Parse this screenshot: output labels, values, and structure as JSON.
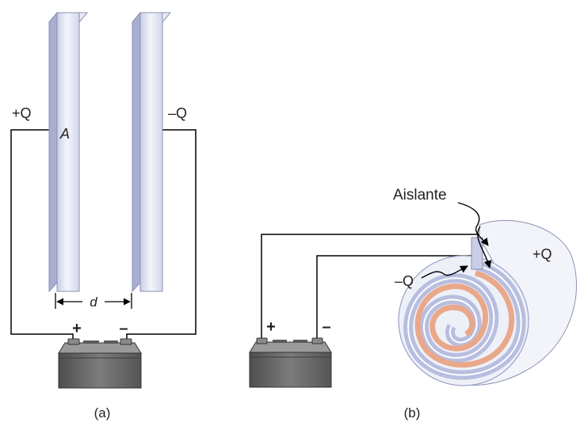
{
  "panel_a": {
    "caption": "(a)",
    "plus_charge": "+Q",
    "minus_charge": "–Q",
    "area_label": "A",
    "distance_label": "d",
    "battery_plus": "+",
    "battery_minus": "–"
  },
  "panel_b": {
    "caption": "(b)",
    "insulator_label": "Aislante",
    "plus_charge": "+Q",
    "minus_charge": "–Q",
    "battery_plus": "+",
    "battery_minus": "–"
  },
  "colors": {
    "plate_light": "#dfe3f2",
    "plate_dark": "#b3b8d6",
    "battery_body": "#6e6e6e",
    "battery_dark": "#3f3f3f",
    "foil_orange": "#e9a88a",
    "foil_blue": "#b8bedf",
    "wire": "#000000"
  }
}
